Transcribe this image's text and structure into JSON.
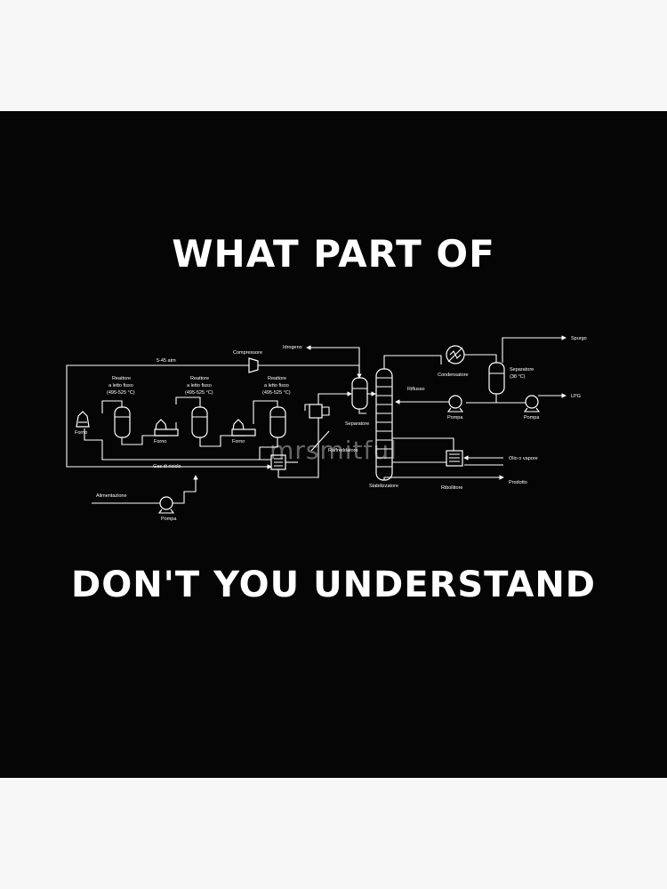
{
  "headline_top": "WHAT PART OF",
  "headline_bottom": "DON'T YOU UNDERSTAND",
  "watermark": "mrsmitful",
  "colors": {
    "page_bg": "#f7f7f7",
    "panel_bg": "#050505",
    "ink": "#ffffff"
  },
  "labels": {
    "pressure": "5-45 atm",
    "compressor": "Compressore",
    "hydrogen": "Idrogeno",
    "reactor": "Reattore",
    "fixed_bed": "a letto fisso",
    "temp_range": "(495-525 °C)",
    "furnace": "Forno",
    "recycle_gas": "Gas di riciclo",
    "feed": "Alimentazione",
    "pump": "Pompa",
    "separator": "Separatore",
    "separator_38": "Separatore",
    "separator_temp": "(38 °C)",
    "cooler": "Raffreddatore",
    "reflux": "Riflusso",
    "condenser": "Condensatore",
    "purge": "Spurgo",
    "lpg": "LPG",
    "oil_steam": "Olio o vapore",
    "product": "Prodotto",
    "reboiler": "Ribollitore",
    "stabilizer": "Stabilizzatore"
  }
}
